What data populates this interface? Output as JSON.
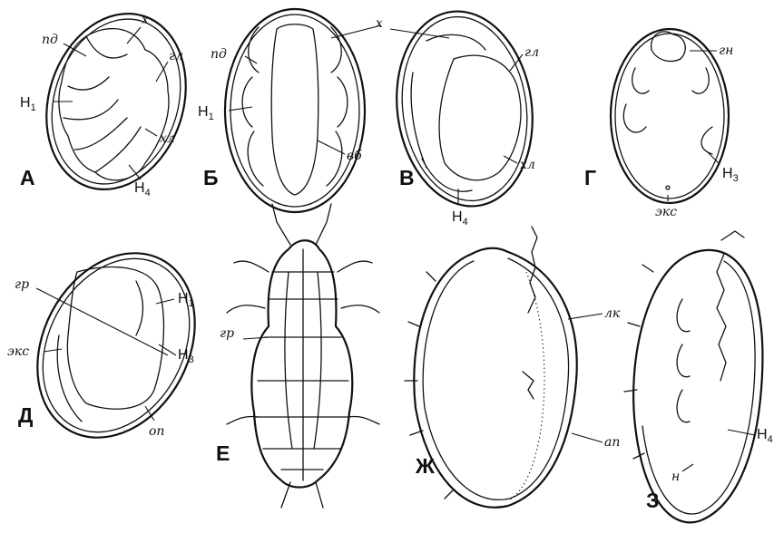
{
  "panels": {
    "A": "А",
    "B": "Б",
    "V": "В",
    "G": "Г",
    "D": "Д",
    "E": "Е",
    "Zh": "Ж",
    "Z": "З"
  },
  "labels": {
    "x": "х",
    "pd": "пд",
    "gl": "гл",
    "xl": "хл",
    "vb": "вб",
    "gn": "гн",
    "eks": "экс",
    "gr": "гр",
    "op": "оп",
    "lk": "лк",
    "ap": "ап",
    "n": "н",
    "H": "Н",
    "sub1": "1",
    "sub3": "3",
    "sub4": "4"
  }
}
